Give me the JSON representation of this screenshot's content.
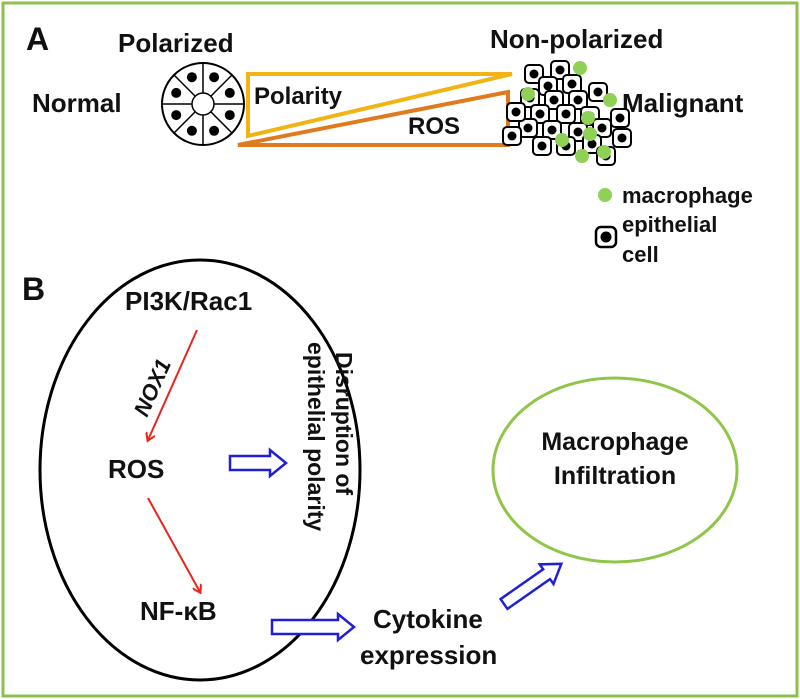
{
  "colors": {
    "frame": "#8dbf4c",
    "polarity": "#f2b414",
    "ros": "#e07a1e",
    "macrophage": "#8fd154",
    "arrow_red": "#e8251c",
    "arrow_blue": "#1f1fd6",
    "ellipse_b": "#000000",
    "ellipse_infiltration": "#8fc64a"
  },
  "panel_a": {
    "label": "A",
    "polarized": "Polarized",
    "non_polarized": "Non-polarized",
    "normal": "Normal",
    "malignant": "Malignant",
    "polarity": "Polarity",
    "ros": "ROS",
    "legend": {
      "macrophage": "macrophage",
      "epithelial_1": "epithelial",
      "epithelial_2": "cell"
    }
  },
  "panel_b": {
    "label": "B",
    "pi3k": "PI3K/Rac1",
    "nox1": "NOX1",
    "ros": "ROS",
    "nfkb": "NF-κB",
    "disruption_1": "Disruption of",
    "disruption_2": "epithelial polarity",
    "macrophage_1": "Macrophage",
    "macrophage_2": "Infiltration",
    "cytokine_1": "Cytokine",
    "cytokine_2": "expression"
  }
}
